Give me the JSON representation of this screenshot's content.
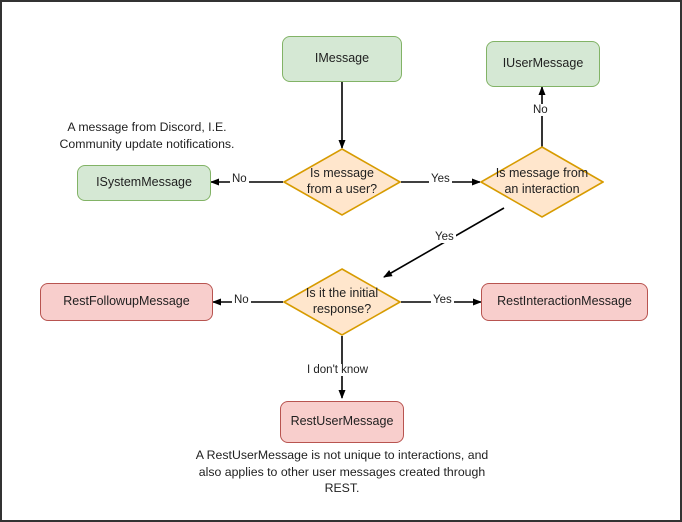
{
  "diagram": {
    "title": "Discord message type decision flowchart",
    "colors": {
      "green_fill": "#d5e8d4",
      "green_stroke": "#82b366",
      "orange_fill": "#ffe6cc",
      "orange_stroke": "#d79b00",
      "red_fill": "#f8cecc",
      "red_stroke": "#b85450",
      "edge_stroke": "#000000",
      "frame_stroke": "#333333",
      "background": "#ffffff"
    },
    "nodes": {
      "imessage": "IMessage",
      "iusermessage": "IUserMessage",
      "isystemmessage": "ISystemMessage",
      "is_message_from_a_user": "Is message from a user?",
      "is_message_from_an_interaction": "Is message from an interaction",
      "is_it_the_initial_response": "Is it the initial response?",
      "restfollowupmessage": "RestFollowupMessage",
      "restinteractionmessage": "RestInteractionMessage",
      "restusermessage": "RestUserMessage"
    },
    "edge_labels": {
      "user_no": "No",
      "user_yes": "Yes",
      "interaction_no": "No",
      "interaction_yes": "Yes",
      "initial_no": "No",
      "initial_yes": "Yes",
      "initial_unknown": "I don't know"
    },
    "notes": {
      "system_message_note": "A message from Discord, I.E. Community update notifications.",
      "rest_user_message_note": "A RestUserMessage is not unique to interactions, and also applies to other user messages created through REST."
    }
  }
}
